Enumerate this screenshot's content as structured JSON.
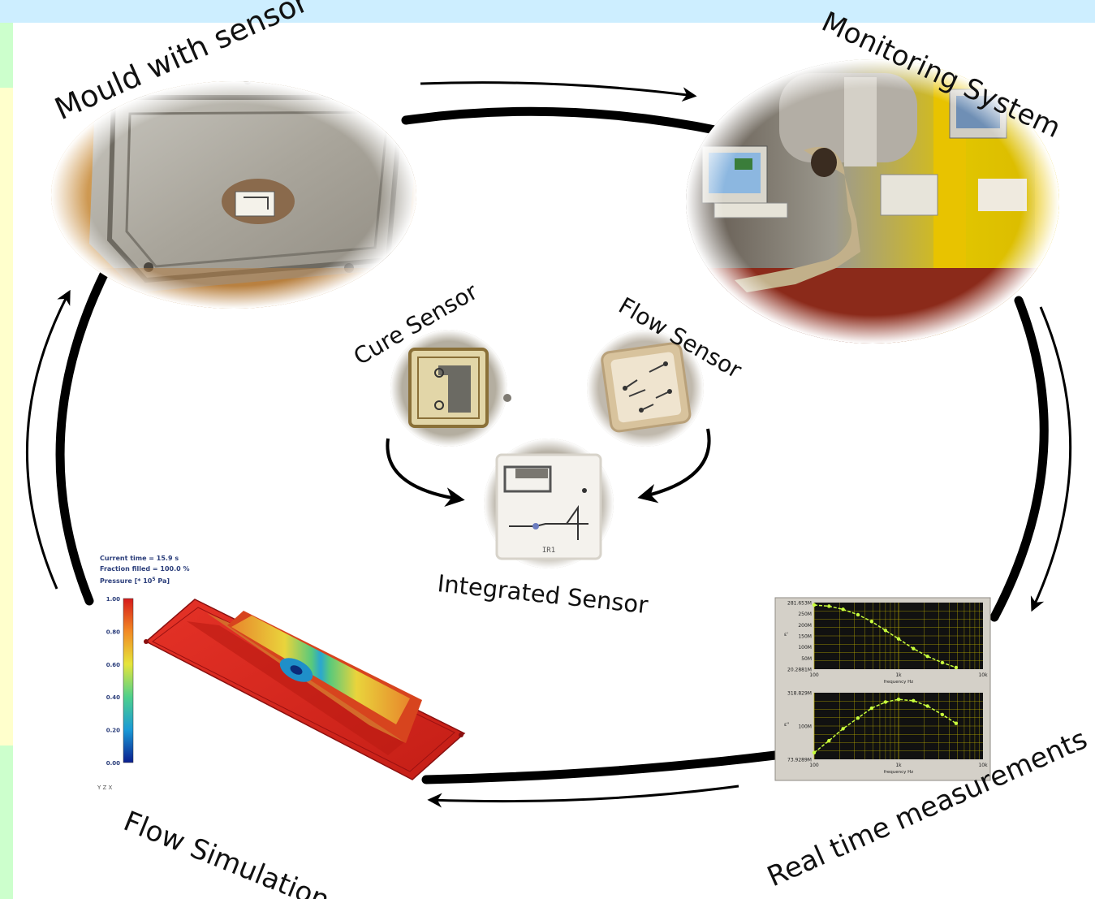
{
  "labels": {
    "mould": "Mould with sensor",
    "monitoring": "Monitoring System",
    "cure": "Cure Sensor",
    "flow_sensor": "Flow Sensor",
    "integrated": "Integrated Sensor",
    "flow_sim": "Flow Simulation",
    "realtime": "Real time measurements"
  },
  "simulation": {
    "current_time": "Current time = 15.9 s",
    "fraction_filled": "Fraction filled = 100.0 %",
    "pressure_label": "Pressure [* 10",
    "pressure_exp": "5",
    "pressure_unit": " Pa]",
    "scale_ticks": [
      "1.00",
      "0.80",
      "0.60",
      "0.40",
      "0.20",
      "0.00"
    ],
    "axes_label": "Y Z X"
  },
  "integrated_chip_text": "IR1",
  "chart_data": [
    {
      "type": "line",
      "y_ticks": [
        "281.653M",
        "250M",
        "200M",
        "150M",
        "100M",
        "50M",
        "20.2881M"
      ],
      "x_ticks": [
        "100",
        "1k",
        "10k"
      ],
      "xlabel": "frequency Hz",
      "ylabel": "ε'",
      "x_scale": "log",
      "x": [
        100,
        150,
        220,
        330,
        480,
        700,
        1000,
        1500,
        2200,
        3300,
        4800
      ],
      "values": [
        280,
        275,
        262,
        240,
        212,
        175,
        140,
        100,
        68,
        42,
        22
      ]
    },
    {
      "type": "line",
      "y_ticks": [
        "318.829M",
        "100M",
        "73.9289M"
      ],
      "x_ticks": [
        "100",
        "1k",
        "10k"
      ],
      "xlabel": "frequency Hz",
      "ylabel": "ε''",
      "x_scale": "log",
      "x": [
        100,
        150,
        220,
        330,
        480,
        700,
        1000,
        1500,
        2200,
        3300,
        4800
      ],
      "values": [
        95,
        140,
        185,
        225,
        262,
        285,
        295,
        290,
        270,
        238,
        205
      ]
    }
  ],
  "colors": {
    "background_panel": "#ffffff",
    "top_band": "#cdeeff",
    "side_green": "#ccffcc",
    "side_yellow": "#ffffcc",
    "chart_bg": "#111111",
    "chart_line": "#c8ff3c",
    "chart_grid": "#b5a800"
  }
}
